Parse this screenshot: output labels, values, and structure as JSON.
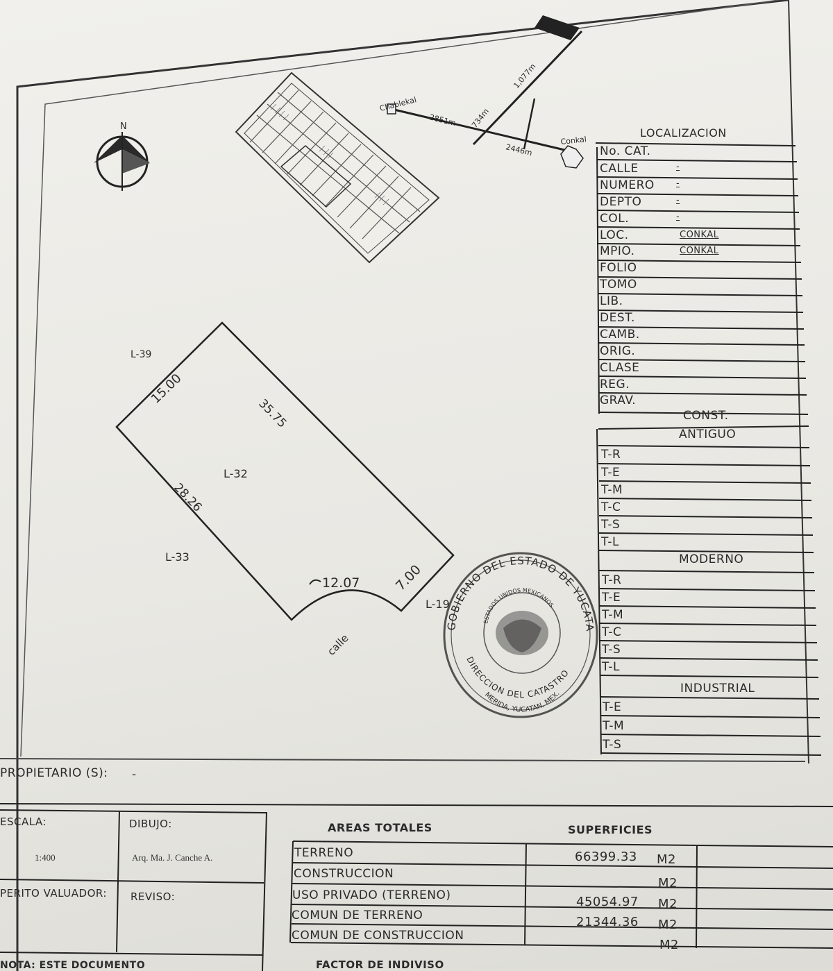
{
  "location_map": {
    "place1": "Chablekal",
    "place2": "Conkal",
    "distances": [
      "1,077m",
      "734m",
      "2851m",
      "2446m"
    ]
  },
  "north_arrow": {
    "label": "N",
    "icon": "north-arrow-icon"
  },
  "lot": {
    "name": "L-32",
    "neighbors": [
      "L-39",
      "L-33",
      "L-19"
    ],
    "sides": [
      "15.00",
      "35.75",
      "28.26",
      "7.00"
    ],
    "arc": "12.07",
    "street": "calle"
  },
  "localizacion": {
    "title": "LOCALIZACION",
    "rows": [
      {
        "key": "No. CAT.",
        "value": ""
      },
      {
        "key": "CALLE",
        "value": "-"
      },
      {
        "key": "NUMERO",
        "value": "-"
      },
      {
        "key": "DEPTO",
        "value": "-"
      },
      {
        "key": "COL.",
        "value": "-"
      },
      {
        "key": "LOC.",
        "value": "CONKAL"
      },
      {
        "key": "MPIO.",
        "value": "CONKAL"
      },
      {
        "key": "FOLIO",
        "value": ""
      },
      {
        "key": "TOMO",
        "value": ""
      },
      {
        "key": "LIB.",
        "value": ""
      },
      {
        "key": "DEST.",
        "value": ""
      },
      {
        "key": "CAMB.",
        "value": ""
      },
      {
        "key": "ORIG.",
        "value": ""
      },
      {
        "key": "CLASE",
        "value": ""
      },
      {
        "key": "REG.",
        "value": ""
      },
      {
        "key": "GRAV.",
        "value": ""
      }
    ]
  },
  "const": {
    "title": "CONST.",
    "antiguo": {
      "label": "ANTIGUO",
      "rows": [
        "T-R",
        "T-E",
        "T-M",
        "T-C",
        "T-S",
        "T-L"
      ]
    },
    "moderno": {
      "label": "MODERNO",
      "rows": [
        "T-R",
        "T-E",
        "T-M",
        "T-C",
        "T-S",
        "T-L"
      ]
    },
    "industrial": {
      "label": "INDUSTRIAL",
      "rows": [
        "T-E",
        "T-M",
        "T-S"
      ]
    }
  },
  "seal": {
    "outer": "GOBIERNO DEL ESTADO DE YUCATAN",
    "inner": "ESTADOS UNIDOS MEXICANOS",
    "bottom1": "DIRECCION DEL CATASTRO",
    "bottom2": "MERIDA, YUCATAN, MEX."
  },
  "propietario": {
    "label": "PROPIETARIO (S):",
    "value": "-"
  },
  "escala": {
    "label": "ESCALA:",
    "value": "1:400"
  },
  "dibujo": {
    "label": "DIBUJO:",
    "value": "Arq. Ma. J. Canche A."
  },
  "perito": {
    "label": "PERITO VALUADOR:"
  },
  "reviso": {
    "label": "REVISO:"
  },
  "areas": {
    "title": "AREAS TOTALES",
    "superficies": "SUPERFICIES",
    "rows": [
      {
        "label": "TERRENO",
        "value": "66399.33",
        "unit": "M2"
      },
      {
        "label": "CONSTRUCCION",
        "value": "",
        "unit": "M2"
      },
      {
        "label": "USO PRIVADO (TERRENO)",
        "value": "45054.97",
        "unit": "M2"
      },
      {
        "label": "COMUN DE TERRENO",
        "value": "21344.36",
        "unit": "M2"
      },
      {
        "label": "COMUN DE CONSTRUCCION",
        "value": "",
        "unit": "M2"
      }
    ]
  },
  "factor": {
    "label": "FACTOR DE INDIVISO"
  },
  "nota": {
    "label": "NOTA: ESTE DOCUMENTO"
  }
}
